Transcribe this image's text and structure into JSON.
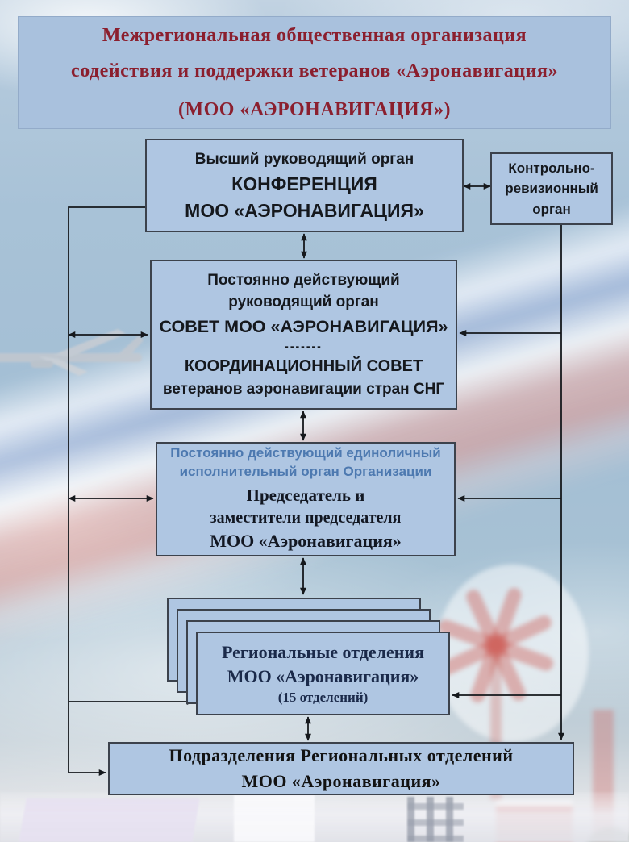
{
  "title": {
    "lines": [
      "Межрегиональная общественная организация",
      "содействия и поддержки ветеранов «Аэронавигация»",
      "(МОО «АЭРОНАВИГАЦИЯ»)"
    ]
  },
  "boxes": {
    "conference": {
      "lines": [
        "Высший руководящий орган",
        "КОНФЕРЕНЦИЯ",
        "МОО «АЭРОНАВИГАЦИЯ»"
      ]
    },
    "control": {
      "lines": [
        "Контрольно-",
        "ревизионный",
        "орган"
      ]
    },
    "council": {
      "lines": [
        "Постоянно действующий",
        "руководящий орган",
        "СОВЕТ МОО «АЭРОНАВИГАЦИЯ»",
        "-------",
        "КООРДИНАЦИОННЫЙ СОВЕТ",
        "ветеранов аэронавигации стран СНГ"
      ]
    },
    "chairman": {
      "lines": [
        "Постоянно действующий единоличный",
        "исполнительный орган Организации",
        "Председатель и",
        "заместители председателя",
        "МОО «Аэронавигация»"
      ]
    },
    "regional": {
      "lines": [
        "Региональные отделения",
        "МОО «Аэронавигация»",
        "(15 отделений)"
      ]
    },
    "subdivisions": {
      "lines": [
        "Подразделения Региональных отделений",
        "МОО «Аэронавигация»"
      ]
    }
  },
  "colors": {
    "banner_fill": "#a9c1dd",
    "title_text": "#8b1f2e",
    "box_fill": "#afc6e2",
    "box_border": "#3c424c",
    "chairman_intro_text": "#4d79b0",
    "regional_text": "#1b2a4a",
    "connector": "#15181c"
  }
}
